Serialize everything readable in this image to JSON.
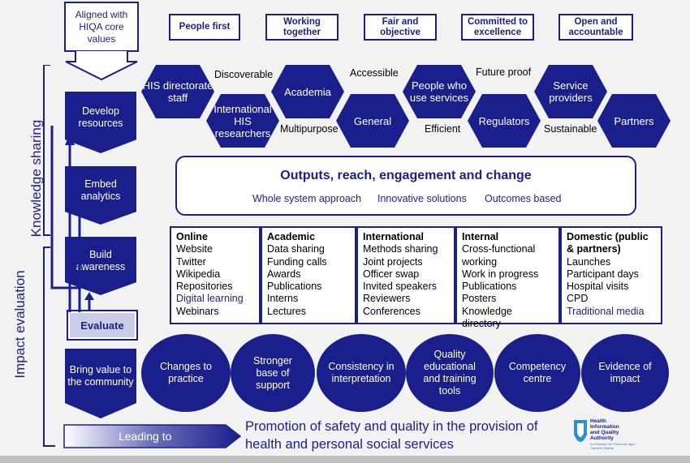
{
  "core_values_box": "Aligned with HIQA core values",
  "values": [
    "People first",
    "Working together",
    "Fair and objective",
    "Committed to excellence",
    "Open and accountable"
  ],
  "side_labels": {
    "knowledge_sharing": "Knowledge sharing",
    "impact_evaluation": "Impact evaluation"
  },
  "stages": {
    "develop": "Develop resources",
    "embed": "Embed analytics",
    "build": "Build awareness",
    "evaluate": "Evaluate",
    "bring": "Bring value to the community",
    "leading": "Leading to"
  },
  "hexagons": [
    "HIS directorate staff",
    "Academia",
    "General",
    "People who use services",
    "Regulators",
    "Service providers",
    "Partners",
    "International HIS researchers"
  ],
  "keywords": [
    "Discoverable",
    "Accessible",
    "Future proof",
    "Multipurpose",
    "Efficient",
    "Sustainable"
  ],
  "outputs": {
    "title": "Outputs, reach, engagement and change",
    "items": [
      "Whole system approach",
      "Innovative solutions",
      "Outcomes based"
    ]
  },
  "channels": [
    {
      "heading": "Online",
      "items": [
        "Website",
        "Twitter",
        "Wikipedia",
        "Repositories",
        "Digital learning",
        "Webinars"
      ]
    },
    {
      "heading": "Academic",
      "items": [
        "Data sharing",
        "Funding calls",
        "Awards",
        "Publications",
        "Interns",
        "Lectures"
      ]
    },
    {
      "heading": "International",
      "items": [
        "Methods sharing",
        "Joint projects",
        "Officer swap",
        "Invited speakers",
        "Reviewers",
        "Conferences"
      ]
    },
    {
      "heading": "Internal",
      "items": [
        "Cross-functional working",
        "Work in progress",
        "Publications",
        "Posters",
        "Knowledge directory"
      ]
    },
    {
      "heading": "Domestic (public & partners)",
      "items": [
        "Launches",
        "Participant days",
        "Hospital visits",
        "CPD",
        "Traditional media"
      ]
    }
  ],
  "outcomes": [
    "Changes to practice",
    "Stronger base of support",
    "Consistency in interpretation",
    "Quality educational and training tools",
    "Competency centre",
    "Evidence of impact"
  ],
  "promotion_text": "Promotion of safety and quality in the provision of health and personal social services",
  "logo": {
    "line1": "Health",
    "line2": "Information",
    "line3": "and Quality",
    "line4": "Authority",
    "irish": "An tÚdarás Um Fhaisnéis agus Cáilíocht Sláinte"
  },
  "colors": {
    "navy": "#1a1f8c",
    "light_blue_text": "#1a1f8c",
    "background": "#f2f2f2"
  }
}
